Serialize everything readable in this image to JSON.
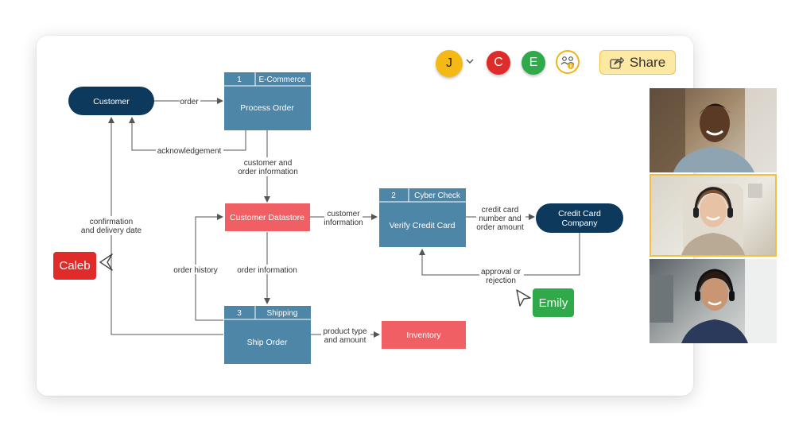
{
  "toolbar": {
    "collaborators": [
      {
        "initial": "J",
        "color": "#f5b916"
      },
      {
        "initial": "C",
        "color": "#e02b2b"
      },
      {
        "initial": "E",
        "color": "#2fa94a"
      }
    ],
    "share_label": "Share",
    "people_icon": "people-info-icon",
    "dropdown_icon": "chevron-down-icon"
  },
  "diagram": {
    "entities": {
      "customer": "Customer",
      "credit_card_company_line1": "Credit Card",
      "credit_card_company_line2": "Company"
    },
    "processes": {
      "p1": {
        "number": "1",
        "system": "E-Commerce",
        "name": "Process Order"
      },
      "p2": {
        "number": "2",
        "system": "Cyber Check",
        "name": "Verify Credit Card"
      },
      "p3": {
        "number": "3",
        "system": "Shipping",
        "name": "Ship Order"
      }
    },
    "datastores": {
      "customer": "Customer Datastore",
      "inventory": "Inventory"
    },
    "flows": {
      "order": "order",
      "acknowledgement": "acknowledgement",
      "cust_order_info_1": "customer and",
      "cust_order_info_2": "order information",
      "customer_info_1": "customer",
      "customer_info_2": "information",
      "cc_info_1": "credit card",
      "cc_info_2": "number and",
      "cc_info_3": "order amount",
      "approval_1": "approval or",
      "approval_2": "rejection",
      "order_info": "order information",
      "order_history": "order history",
      "confirmation_1": "confirmation",
      "confirmation_2": "and delivery date",
      "product_1": "product type",
      "product_2": "and amount"
    },
    "colors": {
      "entity": "#0d3a5c",
      "process": "#4e86a8",
      "datastore": "#ef5f63",
      "line": "#555555"
    }
  },
  "cursors": [
    {
      "name": "Caleb",
      "color": "#e02b2b"
    },
    {
      "name": "Emily",
      "color": "#2fa94a"
    }
  ],
  "video_feeds": [
    "participant-1",
    "participant-2",
    "participant-3"
  ]
}
